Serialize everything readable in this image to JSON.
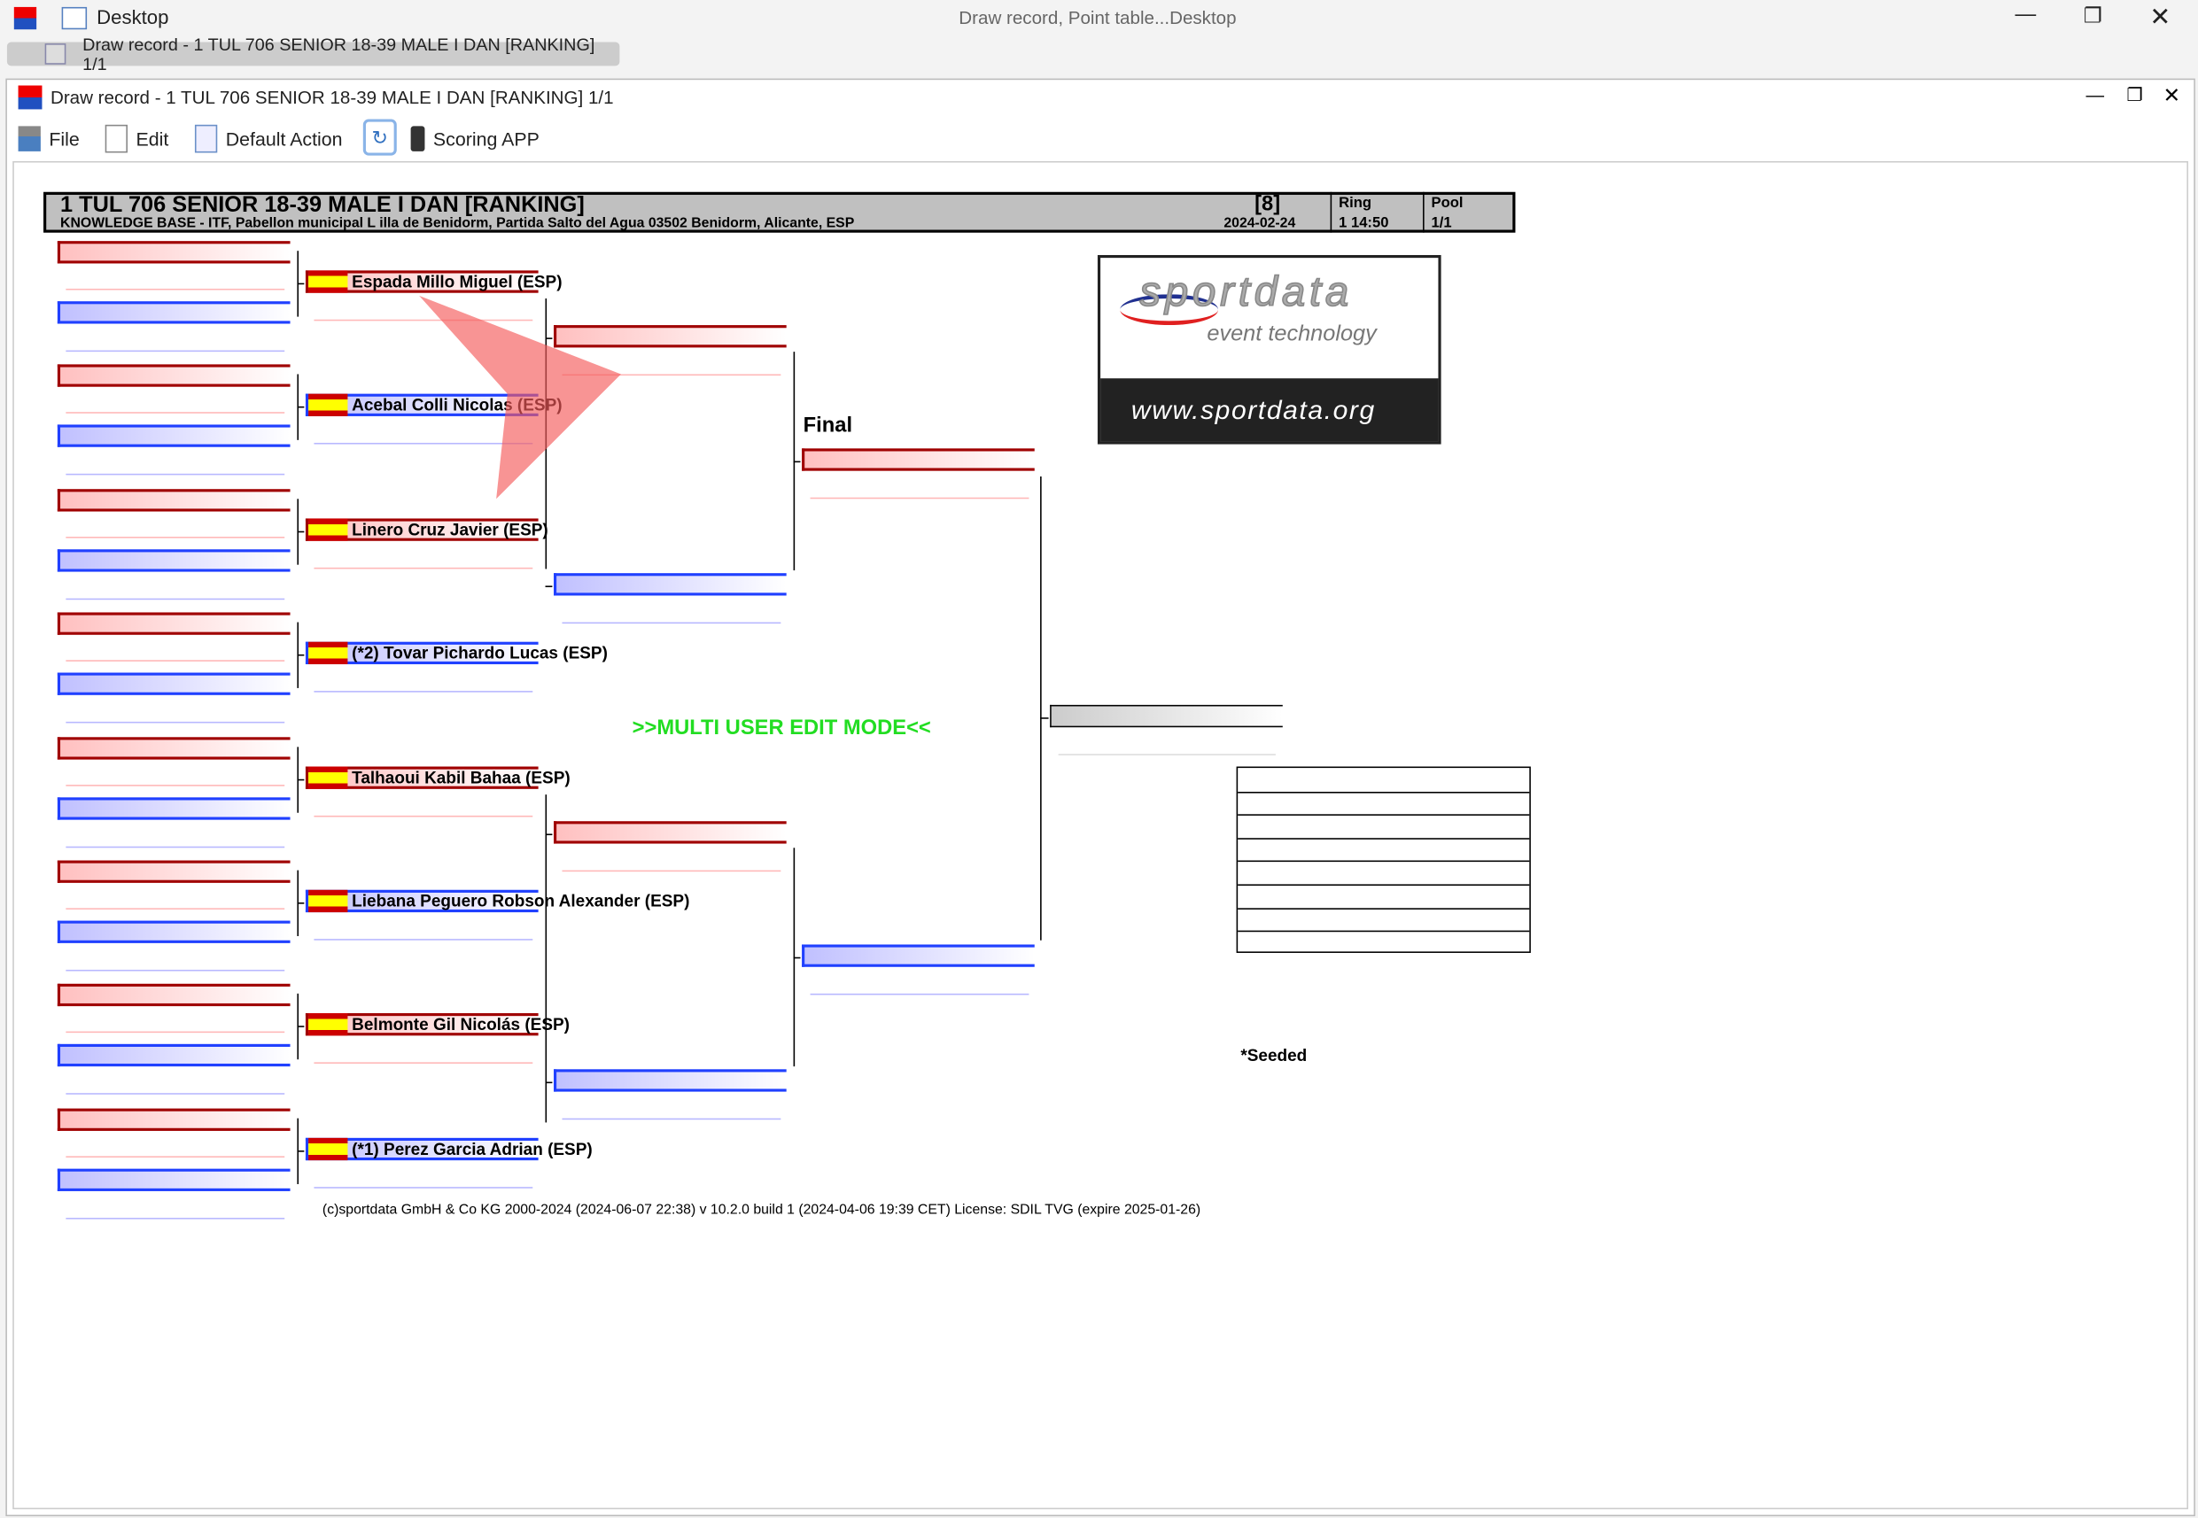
{
  "os_window": {
    "app_title": "Desktop",
    "center_title": "Draw record, Point table...Desktop",
    "task_tab": "Draw record - 1 TUL 706 SENIOR 18-39 MALE I DAN [RANKING] 1/1"
  },
  "window": {
    "title": "Draw record - 1 TUL 706 SENIOR 18-39 MALE I DAN [RANKING] 1/1"
  },
  "toolbar": {
    "file": "File",
    "edit": "Edit",
    "default_action": "Default Action",
    "scoring_app": "Scoring APP"
  },
  "header": {
    "title": "1 TUL 706 SENIOR 18-39 MALE I DAN [RANKING]",
    "subtitle": "KNOWLEDGE BASE - ITF, Pabellon municipal L illa de Benidorm, Partida Salto del Agua 03502 Benidorm, Alicante, ESP",
    "count": "[8]",
    "date": "2024-02-24",
    "ring_label": "Ring",
    "ring_value": "1 14:50",
    "pool_label": "Pool",
    "pool_value": "1/1"
  },
  "bracket": {
    "final_label": "Final",
    "competitors": [
      {
        "name": "Espada Millo Miguel (ESP)",
        "corner": "red"
      },
      {
        "name": "Acebal Colli Nicolas (ESP)",
        "corner": "blue"
      },
      {
        "name": "Linero Cruz Javier (ESP)",
        "corner": "red"
      },
      {
        "name": "(*2) Tovar Pichardo Lucas (ESP)",
        "corner": "blue"
      },
      {
        "name": "Talhaoui Kabil Bahaa (ESP)",
        "corner": "red"
      },
      {
        "name": "Liebana Peguero Robson Alexander (ESP)",
        "corner": "blue"
      },
      {
        "name": "Belmonte Gil Nicolás (ESP)",
        "corner": "red"
      },
      {
        "name": "(*1) Perez Garcia Adrian (ESP)",
        "corner": "blue"
      }
    ]
  },
  "logo": {
    "brand": "sportdata",
    "tagline": "event technology",
    "url": "www.sportdata.org"
  },
  "mode_banner": ">>MULTI USER EDIT MODE<<",
  "seeded_note": "*Seeded",
  "footer": "(c)sportdata GmbH & Co KG 2000-2024 (2024-06-07 22:38)  v 10.2.0 build 1 (2024-04-06 19:39 CET) License: SDIL TVG (expire 2025-01-26)",
  "colors": {
    "red": "#a00000",
    "blue": "#2040ff",
    "banner": "#22dd22"
  }
}
